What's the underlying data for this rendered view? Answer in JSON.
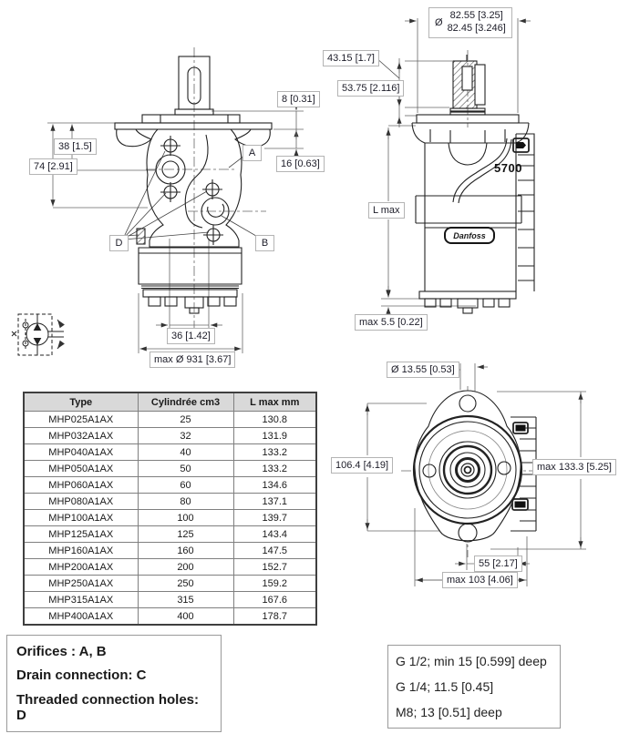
{
  "front_view": {
    "dim_8": "8 [0.31]",
    "dim_16": "16 [0.63]",
    "dim_38": "38 [1.5]",
    "dim_74": "74 [2.91]",
    "dim_36": "36 [1.42]",
    "dim_max_dia": "max Ø 931 [3.67]",
    "port_a": "A",
    "port_b": "B",
    "holes_d": "D"
  },
  "side_view": {
    "dia_symbol": "Ø",
    "shaft_dia_upper": "82.55 [3.25]",
    "shaft_dia_lower": "82.45 [3.246]",
    "dim_43": "43.15 [1.7]",
    "dim_53": "53.75 [2.116]",
    "dim_l_max": "L max",
    "dim_max_5_5": "max 5.5 [0.22]",
    "model_label": "5700",
    "brand_label": "Danfoss"
  },
  "rear_view": {
    "dim_hole_dia": "Ø 13.55 [0.53]",
    "dim_106": "106.4 [4.19]",
    "dim_max_133": "max 133.3 [5.25]",
    "dim_55": "55 [2.17]",
    "dim_max_103": "max 103 [4.06]"
  },
  "table": {
    "headers": [
      "Type",
      "Cylindrée cm3",
      "L max mm"
    ],
    "rows": [
      [
        "MHP025A1AX",
        "25",
        "130.8"
      ],
      [
        "MHP032A1AX",
        "32",
        "131.9"
      ],
      [
        "MHP040A1AX",
        "40",
        "133.2"
      ],
      [
        "MHP050A1AX",
        "50",
        "133.2"
      ],
      [
        "MHP060A1AX",
        "60",
        "134.6"
      ],
      [
        "MHP080A1AX",
        "80",
        "137.1"
      ],
      [
        "MHP100A1AX",
        "100",
        "139.7"
      ],
      [
        "MHP125A1AX",
        "125",
        "143.4"
      ],
      [
        "MHP160A1AX",
        "160",
        "147.5"
      ],
      [
        "MHP200A1AX",
        "200",
        "152.7"
      ],
      [
        "MHP250A1AX",
        "250",
        "159.2"
      ],
      [
        "MHP315A1AX",
        "315",
        "167.6"
      ],
      [
        "MHP400A1AX",
        "400",
        "178.7"
      ]
    ]
  },
  "notes": {
    "left": [
      "Orifices : A, B",
      "Drain connection: C",
      "Threaded connection holes: D"
    ],
    "right": [
      "G 1/2; min 15 [0.599] deep",
      "G 1/4; 11.5 [0.45]",
      "M8; 13 [0.51] deep"
    ]
  }
}
